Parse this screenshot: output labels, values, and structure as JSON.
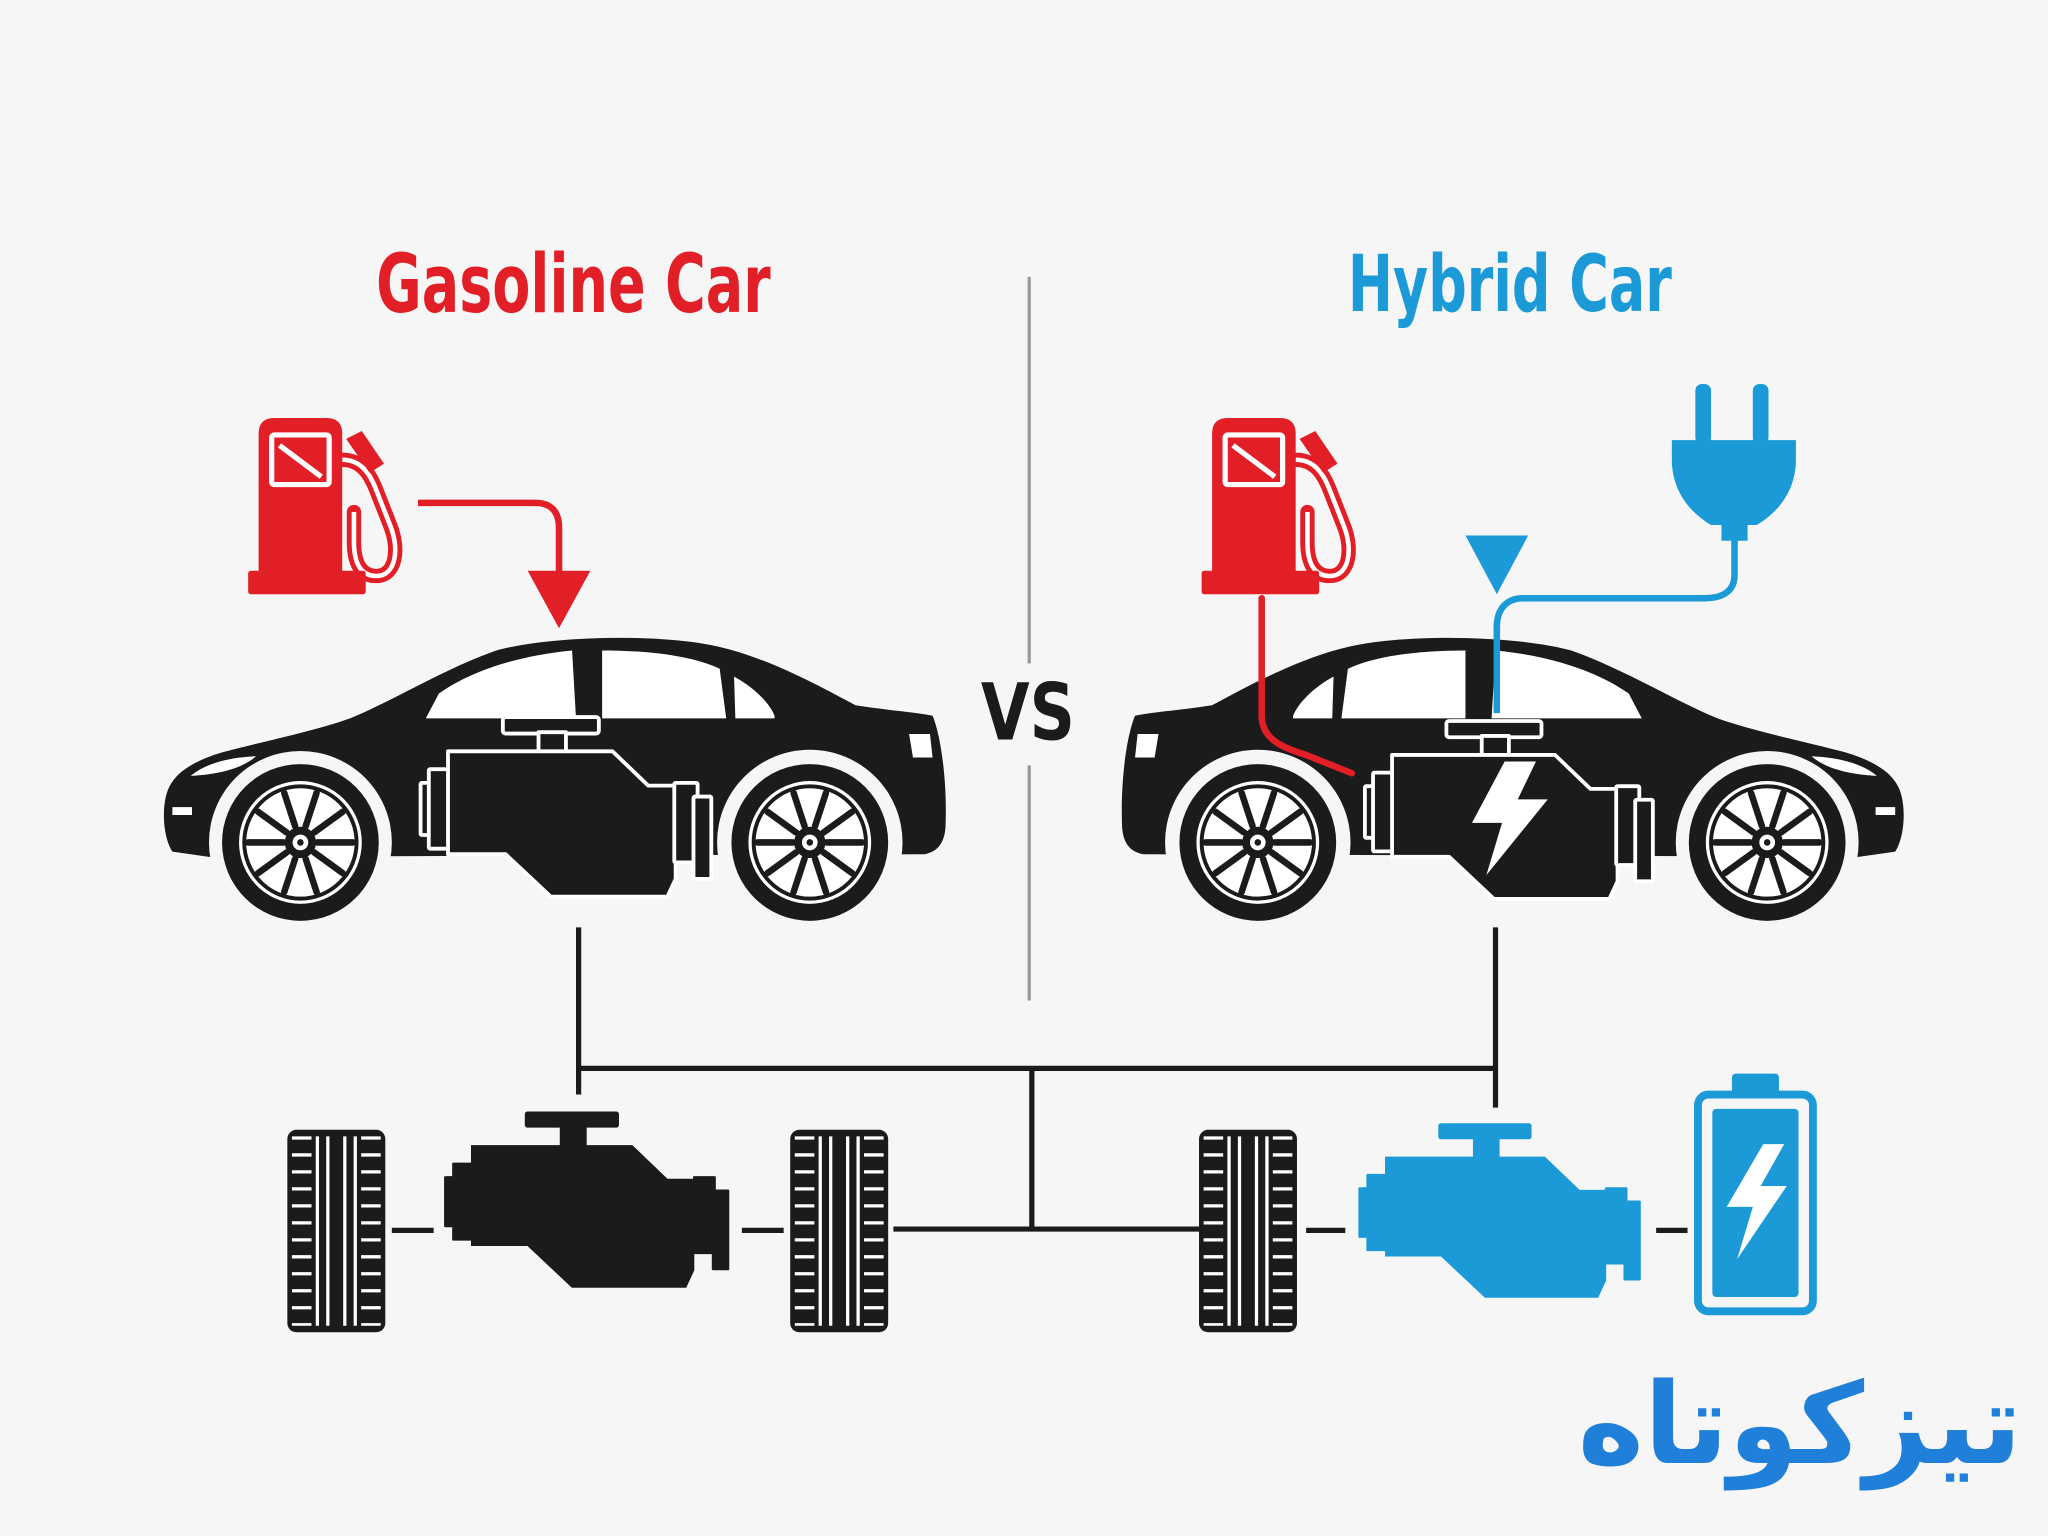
{
  "titles": {
    "gasoline": "Gasoline Car",
    "hybrid": "Hybrid Car"
  },
  "vs_label": "VS",
  "brand": {
    "logo_text": "تیزکوتاه"
  },
  "colors": {
    "gasoline": "#e21f26",
    "hybrid": "#1b9ad7",
    "silhouette": "#1b1b1b",
    "background": "#f6f6f6",
    "logo": "#1f7fd9",
    "divider": "#9a9a9a"
  },
  "icons": {
    "gasoline_car": [
      "fuel-pump-icon",
      "flow-arrow-icon",
      "sedan-car-icon",
      "engine-icon"
    ],
    "hybrid_car": [
      "fuel-pump-icon",
      "down-arrow-icon",
      "power-plug-icon",
      "sedan-car-icon",
      "engine-icon",
      "lightning-bolt-icon"
    ],
    "drivetrain_gasoline": [
      "tire-icon",
      "engine-icon",
      "tire-icon"
    ],
    "drivetrain_hybrid": [
      "tire-icon",
      "electric-engine-icon",
      "battery-icon"
    ]
  }
}
